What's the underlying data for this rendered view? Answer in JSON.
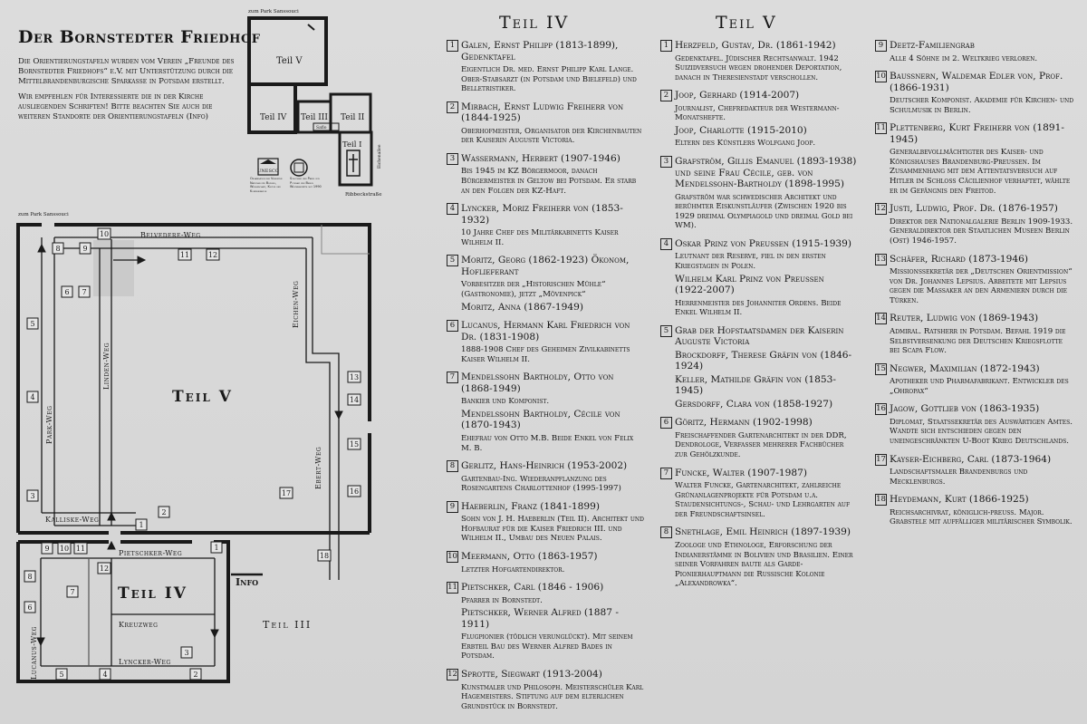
{
  "title": "Der Bornstedter Friedhof",
  "intro": [
    "Die Orientierungstafeln wurden vom Verein „Freunde des Bornstedter Friedhofs“ e.V. mit Unterstützung durch die Mittelbrandenburgische Sparkasse in Potsdam erstellt.",
    "Wir empfehlen für Interessierte die in der Kirche ausliegenden Schriften! Bitte beachten Sie auch die weiteren Standorte der Orientierungstafeln (Info)"
  ],
  "mini_map": {
    "top_label": "zum Park Sanssouci",
    "sections": [
      "Teil V",
      "Teil IV",
      "Teil III",
      "Teil II",
      "Teil I"
    ],
    "small_labels": [
      "Saflo",
      "Eichenallee",
      "Ribbeckstraße"
    ]
  },
  "logos": {
    "unesco": "UNESCO",
    "unesco_text": "Organisation der Vereinten Nationen für Bildung, Wissenschaft, Kultur und Kommunikation",
    "spsg_text": "Schlösser und Parks von Potsdam und Berlin Welterbestätte seit 1990"
  },
  "main_map": {
    "top_label": "zum Park Sanssouci",
    "section_v": "Teil V",
    "section_iv": "Teil IV",
    "section_iii": "Teil III",
    "info": "Info",
    "paths": {
      "belvedere": "Belvedere-Weg",
      "park": "Park-Weg",
      "linden": "Linden-Weg",
      "eichen": "Eichen-Weg",
      "ebert": "Ebert-Weg",
      "kalliske": "Kalliske-Weg",
      "pietschker": "Pietschker-Weg",
      "kreuz": "Kreuzweg",
      "lyncker": "Lyncker-Weg",
      "lucanus": "Lucanus-Weg"
    },
    "markers_v": [
      "1",
      "2",
      "3",
      "4",
      "5",
      "6",
      "7",
      "8",
      "9",
      "10",
      "11",
      "12",
      "13",
      "14",
      "15",
      "16",
      "17",
      "18"
    ],
    "markers_iv": [
      "1",
      "2",
      "3",
      "4",
      "5",
      "6",
      "7",
      "8",
      "9",
      "10",
      "11",
      "12"
    ]
  },
  "teil_iv": {
    "heading": "Teil IV",
    "entries": [
      {
        "num": "1",
        "name": "Galen, Ernst Philipp (1813-1899), Gedenktafel",
        "desc": "Eigentlich Dr. med. Ernst Philipp Karl Lange. Ober-Stabsarzt (in Potsdam und Bielefeld) und Belletristiker."
      },
      {
        "num": "2",
        "name": "Mirbach, Ernst Ludwig Freiherr von (1844-1925)",
        "desc": "Oberhofmeister, Organisator der Kirchenbauten der Kaiserin Auguste Victoria."
      },
      {
        "num": "3",
        "name": "Wassermann, Herbert (1907-1946)",
        "desc": "Bis 1945 im KZ Börgermoor, danach Bürgermeister in Geltow bei Potsdam. Er starb an den Folgen der KZ-Haft."
      },
      {
        "num": "4",
        "name": "Lyncker, Moriz Freiherr von (1853-1932)",
        "desc": "10 Jahre Chef des Militärkabinetts Kaiser Wilhelm II."
      },
      {
        "num": "5",
        "name": "Moritz, Georg (1862-1923) Ökonom, Hoflieferant",
        "sub": "Moritz, Anna (1867-1949)",
        "desc": "Vorbesitzer der „Historischen Mühle“ (Gastronomie), jetzt „Mövenpick“"
      },
      {
        "num": "6",
        "name": "Lucanus, Hermann Karl Friedrich von Dr. (1831-1908)",
        "desc": "1888-1908 Chef des Geheimen Zivilkabinetts Kaiser Wilhelm II."
      },
      {
        "num": "7",
        "name": "Mendelssohn Bartholdy, Otto von (1868-1949)",
        "desc": "Bankier und Komponist.",
        "sub": "Mendelssohn Bartholdy, Cécile von (1870-1943)",
        "desc2": "Ehefrau von Otto M.B. Beide Enkel von Felix M. B."
      },
      {
        "num": "8",
        "name": "Gerlitz, Hans-Heinrich (1953-2002)",
        "desc": "Gartenbau-Ing. Wiederanpflanzung des Rosengartens Charlottenhof (1995-1997)"
      },
      {
        "num": "9",
        "name": "Haeberlin, Franz (1841-1899)",
        "desc": "Sohn von J. H. Haeberlin (Teil II). Architekt und Hofbaurat für die Kaiser Friedrich III. und Wilhelm II., Umbau des Neuen Palais."
      },
      {
        "num": "10",
        "name": "Meermann, Otto (1863-1957)",
        "desc": "Letzter Hofgartendirektor."
      },
      {
        "num": "11",
        "name": "Pietschker, Carl (1846 - 1906)",
        "desc": "Pfarrer in Bornstedt.",
        "sub": "Pietschker, Werner Alfred (1887 - 1911)",
        "desc2": "Flugpionier (tödlich verunglückt). Mit seinem Erbteil Bau des Werner Alfred Bades in Potsdam."
      },
      {
        "num": "12",
        "name": "Sprotte, Siegwart (1913-2004)",
        "desc": "Kunstmaler und Philosoph. Meisterschüler Karl Hagemeisters. Stiftung auf dem elterlichen Grundstück in Bornstedt."
      }
    ]
  },
  "teil_v": {
    "heading": "Teil V",
    "entries_a": [
      {
        "num": "1",
        "name": "Herzfeld, Gustav, Dr. (1861-1942)",
        "desc": "Gedenktafel. Jüdischer Rechtsanwalt. 1942 Suizidversuch wegen drohender Deportation, danach in Theresienstadt verschollen."
      },
      {
        "num": "2",
        "name": "Joop, Gerhard (1914-2007)",
        "desc": "Journalist, Chefredakteur der Westermann-Monatshefte.",
        "sub": "Joop, Charlotte (1915-2010)",
        "desc2": "Eltern des Künstlers Wolfgang Joop."
      },
      {
        "num": "3",
        "name": "Grafström, Gillis Emanuel (1893-1938) und seine Frau Cécile, geb. von Mendelssohn-Bartholdy (1898-1995)",
        "desc": "Grafström war schwedischer Architekt und berühmter Eiskunstläufer (Zwischen 1920 bis 1929 dreimal Olympiagold und dreimal Gold bei WM)."
      },
      {
        "num": "4",
        "name": "Oskar Prinz von Preussen (1915-1939)",
        "desc": "Leutnant der Reserve, fiel in den ersten Kriegstagen in Polen.",
        "sub": "Wilhelm Karl Prinz von Preussen (1922-2007)",
        "desc2": "Herrenmeister des Johanniter Ordens. Beide Enkel Wilhelm II."
      },
      {
        "num": "5",
        "name": "Grab der Hofstaatsdamen der Kaiserin Auguste Victoria",
        "sub": "Brockdorff, Therese Gräfin von (1846-1924)",
        "sub2": "Keller, Mathilde Gräfin von (1853-1945)",
        "sub3": "Gersdorff, Clara von (1858-1927)"
      },
      {
        "num": "6",
        "name": "Göritz, Hermann (1902-1998)",
        "desc": "Freischaffender Gartenarchitekt in der DDR, Dendrologe, Verfasser mehrerer Fachbücher zur Gehölzkunde."
      },
      {
        "num": "7",
        "name": "Funcke, Walter (1907-1987)",
        "desc": "Walter Funcke, Gartenarchitekt, zahlreiche Grünanlagenprojekte für Potsdam u.a. Staudensichtungs-, Schau- und Lehrgarten auf der Freundschaftsinsel."
      },
      {
        "num": "8",
        "name": "Snethlage, Emil Heinrich (1897-1939)",
        "desc": "Zoologe und Ethnologe, Erforschung der Indianerstämme in Bolivien und Brasilien. Einer seiner Vorfahren baute als Garde-Pionierhauptmann die Russische Kolonie „Alexandrowka“."
      }
    ],
    "entries_b": [
      {
        "num": "9",
        "name": "Deetz-Familiengrab",
        "desc": "Alle 4 Söhne im 2. Weltkrieg verloren."
      },
      {
        "num": "10",
        "name": "Baußnern, Waldemar Edler von, Prof. (1866-1931)",
        "desc": "Deutscher Komponist. Akademie für Kirchen- und Schulmusik in Berlin."
      },
      {
        "num": "11",
        "name": "Plettenberg, Kurt Freiherr von (1891-1945)",
        "desc": "Generalbevollmächtigter des Kaiser- und Königshauses Brandenburg-Preussen. Im Zusammenhang mit dem Attentatsversuch auf Hitler im Schloß Cäcilienhof verhaftet, wählte er im Gefängnis den Freitod."
      },
      {
        "num": "12",
        "name": "Justi, Ludwig, Prof. Dr. (1876-1957)",
        "desc": "Direktor der Nationalgalerie Berlin 1909-1933. Generaldirektor der Staatlichen Museen Berlin (Ost) 1946-1957."
      },
      {
        "num": "13",
        "name": "Schäfer, Richard (1873-1946)",
        "desc": "Missionssekretär der „Deutschen Orientmission“ von Dr. Johannes Lepsius. Arbeitete mit Lepsius gegen die Massaker an den Armeniern durch die Türken."
      },
      {
        "num": "14",
        "name": "Reuter, Ludwig von (1869-1943)",
        "desc": "Admiral. Ratsherr in Potsdam. Befahl 1919 die Selbstversenkung der Deutschen Kriegsflotte bei Scapa Flow."
      },
      {
        "num": "15",
        "name": "Negwer, Maximilian (1872-1943)",
        "desc": "Apotheker und Pharmafabrikant. Entwickler des „Ohropax“"
      },
      {
        "num": "16",
        "name": "Jagow, Gottlieb von (1863-1935)",
        "desc": "Diplomat, Staatssekretär des Auswärtigen Amtes. Wandte sich entschieden gegen den uneingeschränkten U-Boot Krieg Deutschlands."
      },
      {
        "num": "17",
        "name": "Kayser-Eichberg, Carl (1873-1964)",
        "desc": "Landschaftsmaler Brandenburgs und Mecklenburgs."
      },
      {
        "num": "18",
        "name": "Heydemann, Kurt (1866-1925)",
        "desc": "Reichsarchivrat, königlich-preuß. Major. Grabstele mit auffälliger militärischer Symbolik."
      }
    ]
  }
}
